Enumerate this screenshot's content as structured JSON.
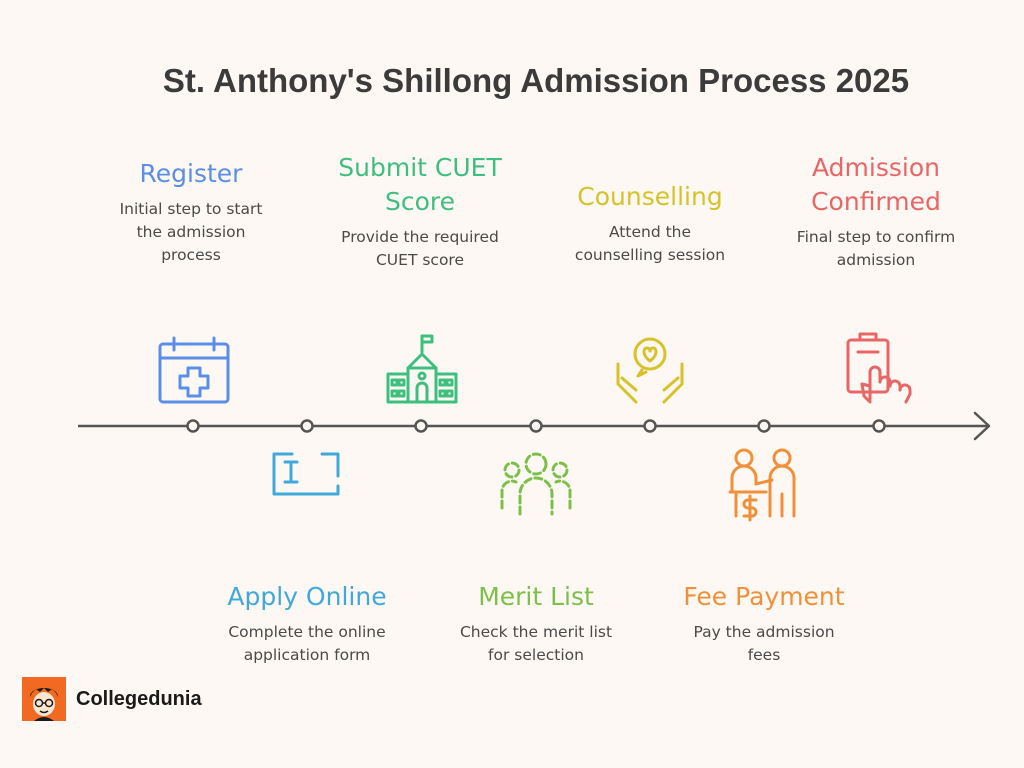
{
  "title": "St. Anthony's Shillong Admission Process 2025",
  "colors": {
    "register": "#5b8ee6",
    "apply": "#3fa9dc",
    "cuet": "#3fbf7f",
    "merit": "#7cc04a",
    "counselling": "#d8c22a",
    "fee": "#f0913a",
    "confirmed": "#e86666",
    "axis": "#555555",
    "logo": "#f26a22"
  },
  "steps": {
    "register": {
      "title": "Register",
      "desc": [
        "Initial step to start",
        "the admission",
        "process"
      ],
      "icon": "calendar-plus-icon"
    },
    "apply": {
      "title": "Apply Online",
      "desc": [
        "Complete the online",
        "application form"
      ],
      "icon": "text-input-icon"
    },
    "cuet": {
      "title": [
        "Submit CUET",
        "Score"
      ],
      "desc": [
        "Provide the required",
        "CUET score"
      ],
      "icon": "school-building-icon"
    },
    "merit": {
      "title": "Merit List",
      "desc": [
        "Check the merit list",
        "for selection"
      ],
      "icon": "people-group-icon"
    },
    "counselling": {
      "title": "Counselling",
      "desc": [
        "Attend the",
        "counselling session"
      ],
      "icon": "hands-heart-icon"
    },
    "fee": {
      "title": "Fee Payment",
      "desc": [
        "Pay the admission",
        "fees"
      ],
      "icon": "payment-people-icon"
    },
    "confirmed": {
      "title": [
        "Admission",
        "Confirmed"
      ],
      "desc": [
        "Final step to confirm",
        "admission"
      ],
      "icon": "hand-clipboard-icon"
    }
  },
  "brand": {
    "name": "Collegedunia",
    "icon": "collegedunia-logo-icon"
  }
}
